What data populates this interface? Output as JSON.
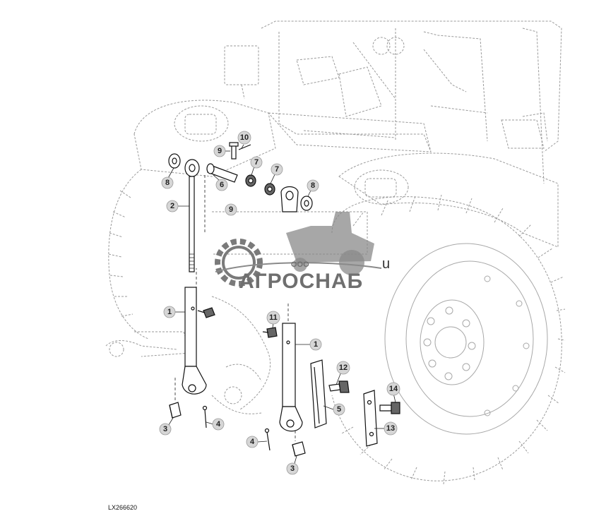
{
  "figure": {
    "reference_code": "LX266620",
    "stray_text": "u"
  },
  "watermark": {
    "prefix": "ООО",
    "name": "АГРОСНАБ"
  },
  "callouts": [
    {
      "id": "c8a",
      "label": "8"
    },
    {
      "id": "c10",
      "label": "10"
    },
    {
      "id": "c9a",
      "label": "9"
    },
    {
      "id": "c7a",
      "label": "7"
    },
    {
      "id": "c7b",
      "label": "7"
    },
    {
      "id": "c6",
      "label": "6"
    },
    {
      "id": "c8b",
      "label": "8"
    },
    {
      "id": "c9b",
      "label": "9"
    },
    {
      "id": "c2",
      "label": "2"
    },
    {
      "id": "c1a",
      "label": "1"
    },
    {
      "id": "c11",
      "label": "11"
    },
    {
      "id": "c1b",
      "label": "1"
    },
    {
      "id": "c12",
      "label": "12"
    },
    {
      "id": "c5",
      "label": "5"
    },
    {
      "id": "c14",
      "label": "14"
    },
    {
      "id": "c13",
      "label": "13"
    },
    {
      "id": "c3a",
      "label": "3"
    },
    {
      "id": "c4a",
      "label": "4"
    },
    {
      "id": "c4b",
      "label": "4"
    },
    {
      "id": "c3b",
      "label": "3"
    }
  ],
  "colors": {
    "callout_fill": "#d6d6d6",
    "line_art": "#111111",
    "background_art": "#a0a0a0",
    "watermark": "#6f6f6f"
  }
}
